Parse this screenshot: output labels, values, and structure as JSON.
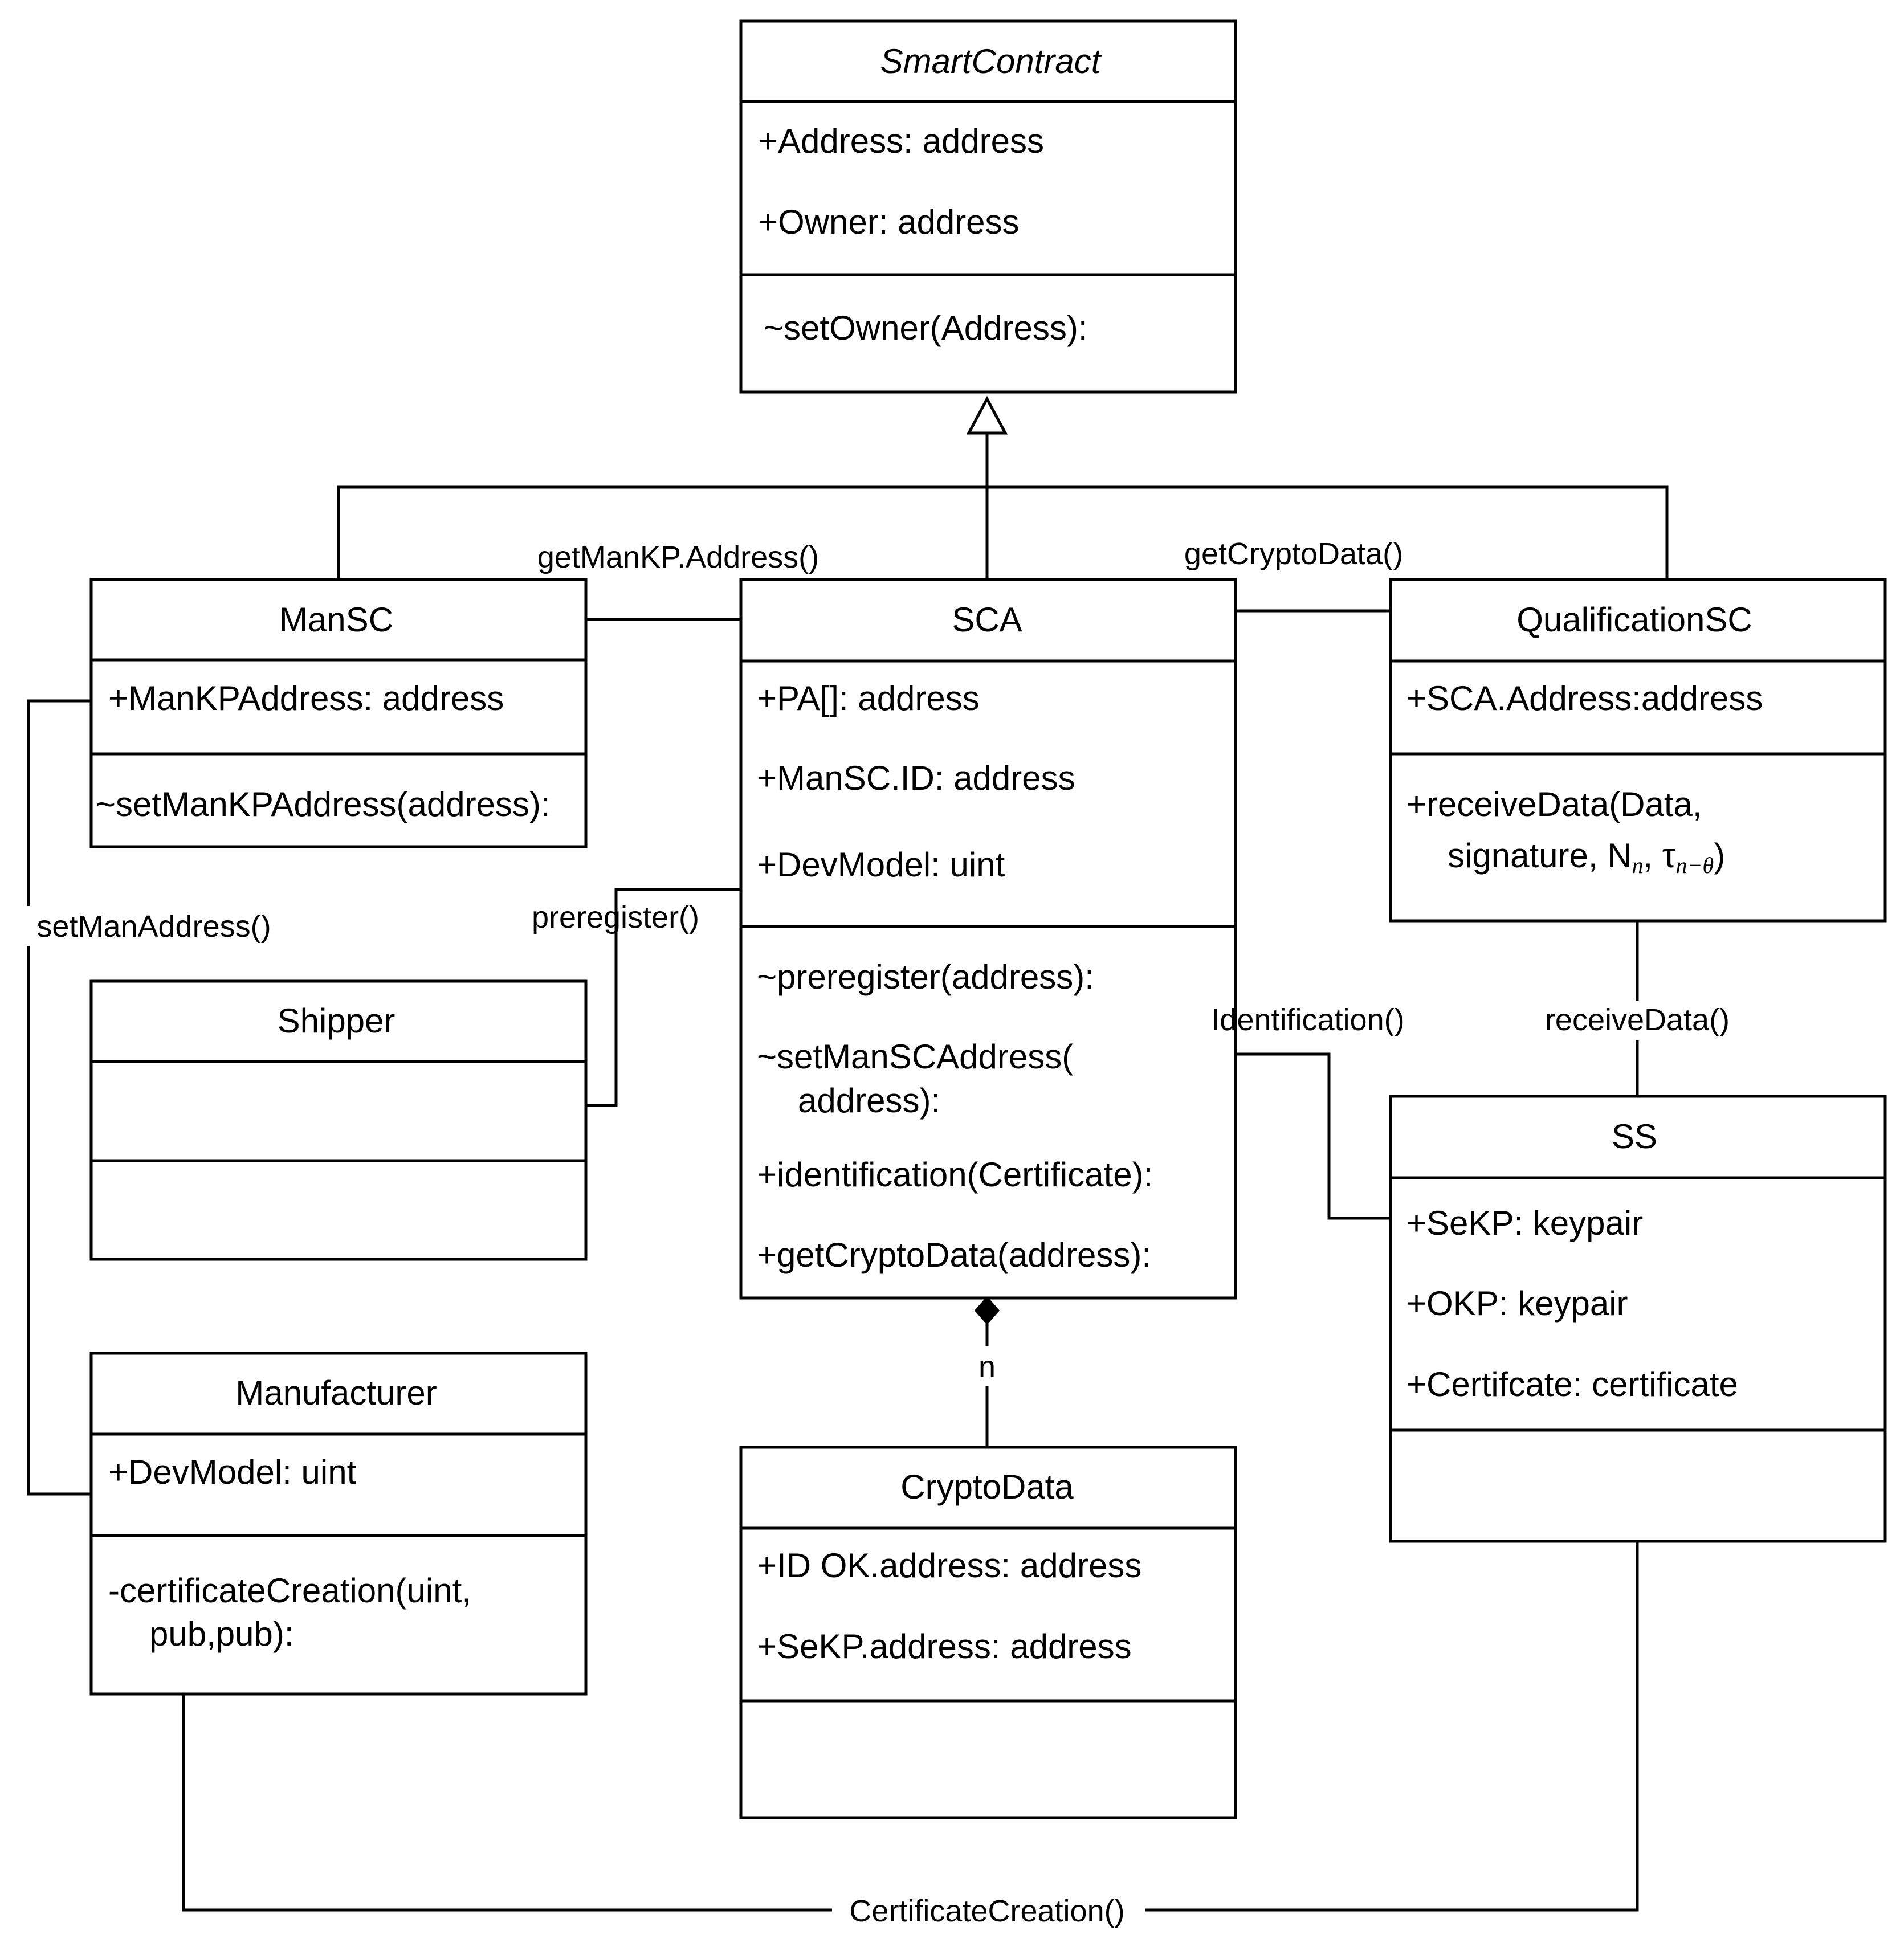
{
  "classes": {
    "smartcontract": {
      "name": "SmartContract",
      "attributes": [
        "+Address: address",
        "+Owner: address"
      ],
      "methods": [
        "~setOwner(Address):"
      ]
    },
    "mansc": {
      "name": "ManSC",
      "attributes": [
        "+ManKPAddress: address"
      ],
      "methods": [
        "~setManKPAddress(address):"
      ]
    },
    "sca": {
      "name": "SCA",
      "attributes": [
        "+PA[]: address",
        "+ManSC.ID: address",
        "+DevModel: uint"
      ],
      "methods": [
        "~preregister(address):",
        "~setManSCAddress(",
        "address):",
        "+identification(Certificate):",
        "+getCryptoData(address):"
      ]
    },
    "qualificationsc": {
      "name": "QualificationSC",
      "attributes": [
        "+SCA.Address:address"
      ],
      "methods": [
        "+receiveData(Data,",
        "signature, N",
        "n",
        ", τ",
        "n−θ",
        ")"
      ]
    },
    "shipper": {
      "name": "Shipper"
    },
    "ss": {
      "name": "SS",
      "attributes": [
        "+SeKP: keypair",
        "+OKP: keypair",
        "+Certifcate: certificate"
      ]
    },
    "manufacturer": {
      "name": "Manufacturer",
      "attributes": [
        "+DevModel: uint"
      ],
      "methods": [
        "-certificateCreation(uint,",
        "pub,pub):"
      ]
    },
    "cryptodata": {
      "name": "CryptoData",
      "attributes": [
        "+ID OK.address: address",
        "+SeKP.address: address"
      ]
    }
  },
  "connectors": {
    "getmankp": "getManKP.Address()",
    "getcryptodata": "getCryptoData()",
    "setmanaddress": "setManAddress()",
    "preregister": "preregister()",
    "identification": "Identification()",
    "receivedata": "receiveData()",
    "multiplicity": "n",
    "certificatecreation": "CertificateCreation()"
  }
}
